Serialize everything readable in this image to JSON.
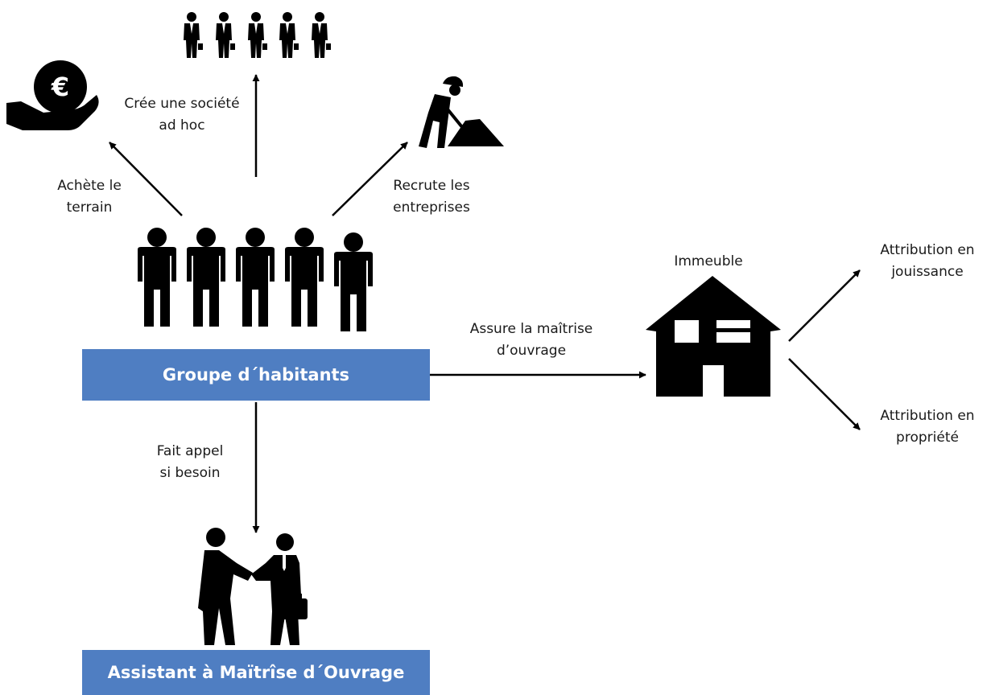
{
  "boxes": {
    "group": "Groupe d´habitants",
    "amo": "Assistant à Maïtrîse d´Ouvrage"
  },
  "edges": {
    "buys_land": [
      "Achète le",
      "terrain"
    ],
    "creates_company": [
      "Crée une société",
      "ad hoc"
    ],
    "recruits": [
      "Recrute les",
      "entreprises"
    ],
    "project_owner": [
      "Assure la maîtrise",
      "d’ouvrage"
    ],
    "calls_if_needed": [
      "Fait appel",
      "si besoin"
    ]
  },
  "nodes": {
    "building": "Immeuble",
    "attribution_use": [
      "Attribution en",
      "jouissance"
    ],
    "attribution_property": [
      "Attribution en",
      "propriété"
    ]
  },
  "colors": {
    "box_fill": "#4f7ec2",
    "icon": "#000000",
    "arrow": "#000000"
  },
  "icons": [
    "euro-hand-icon",
    "businessmen-group-icon",
    "construction-worker-icon",
    "people-group-icon",
    "house-icon",
    "handshake-icon"
  ]
}
